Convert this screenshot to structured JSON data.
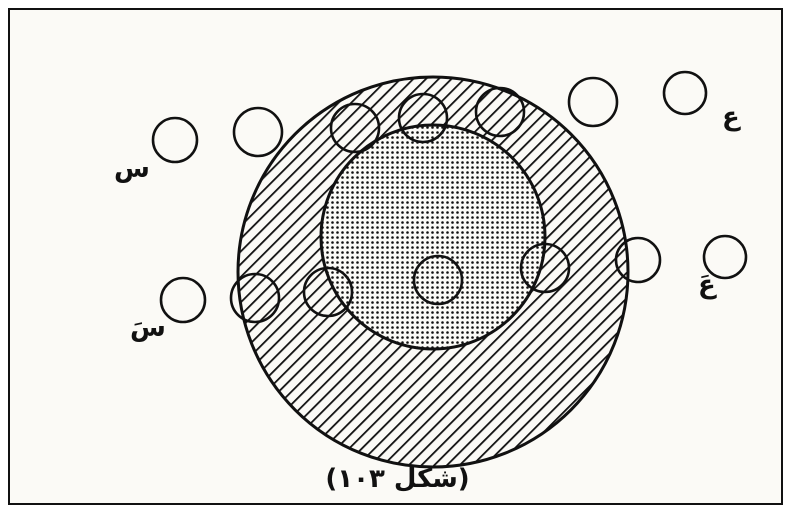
{
  "labels": {
    "left_top": "س",
    "left_bottom": "سَ",
    "right_top": "ع",
    "right_bottom": "عَ"
  },
  "caption": "(شكل ١٠٣)",
  "colors": {
    "ink": "#111111",
    "paper": "#fbfaf6"
  }
}
